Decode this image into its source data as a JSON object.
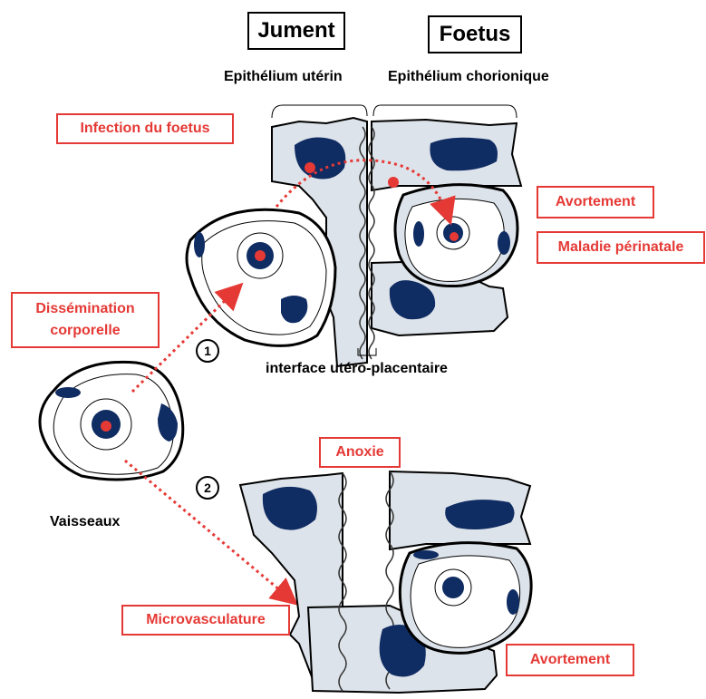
{
  "header": {
    "jument": "Jument",
    "foetus": "Foetus"
  },
  "labels": {
    "epithelium_uterin": "Epithélium utérin",
    "epithelium_chorionique": "Epithélium chorionique",
    "interface": "interface utéro-placentaire",
    "vaisseaux": "Vaisseaux"
  },
  "red_labels": {
    "infection": "Infection du foetus",
    "avortement_1": "Avortement",
    "maladie": "Maladie  périnatale",
    "dissemination_1": "Dissémination",
    "dissemination_2": "corporelle",
    "anoxie": "Anoxie",
    "microvasculature": "Microvasculature",
    "avortement_2": "Avortement"
  },
  "steps": [
    "1",
    "2"
  ],
  "colors": {
    "tissue": "#dde3ea",
    "nucleus": "#0f2c63",
    "pathogen": "#e53935",
    "label_red": "#e53935",
    "outline": "#000000"
  }
}
